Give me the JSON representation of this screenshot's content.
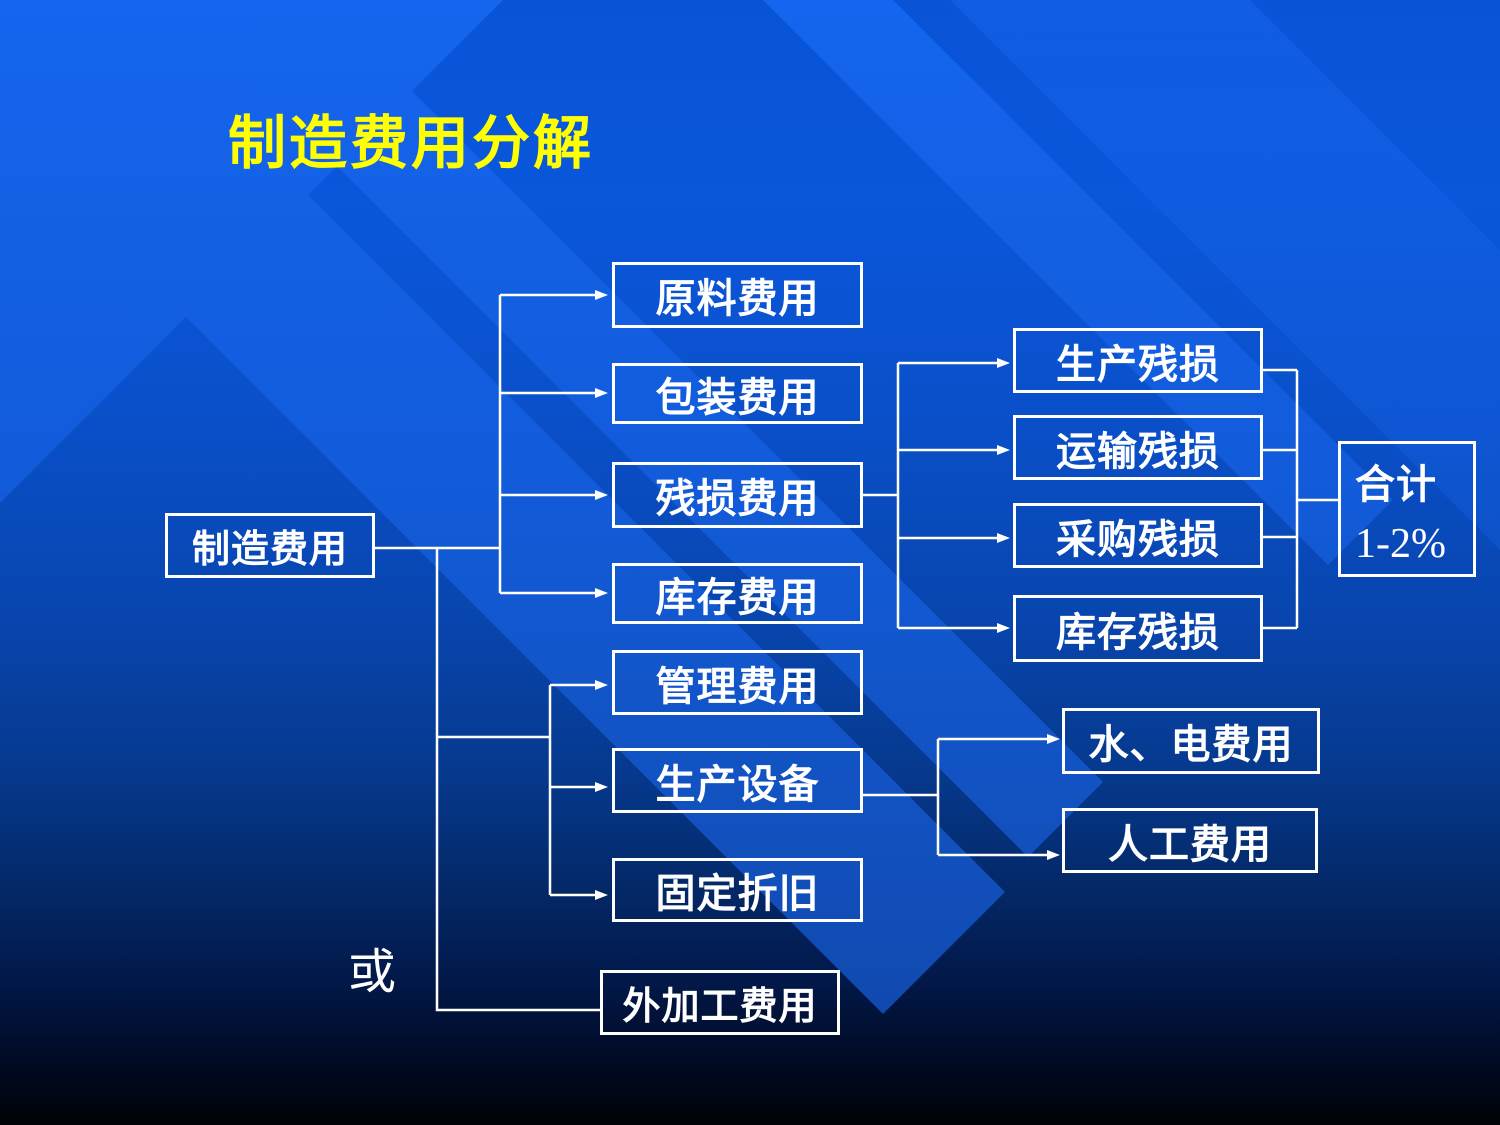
{
  "slide": {
    "title": "制造费用分解",
    "or_label": "或"
  },
  "colors": {
    "title_text": "#ffff00",
    "node_text": "#ffffff",
    "node_border": "#ffffff",
    "connector_line": "#ffffff",
    "background_top": "#0a57dc",
    "background_bottom": "#000205",
    "ribbon_blue": "#1565ee"
  },
  "nodes": {
    "root": {
      "label": "制造费用"
    },
    "raw_material": {
      "label": "原料费用"
    },
    "packaging": {
      "label": "包装费用"
    },
    "damage": {
      "label": "残损费用"
    },
    "inventory": {
      "label": "库存费用"
    },
    "management": {
      "label": "管理费用"
    },
    "equipment": {
      "label": "生产设备"
    },
    "depreciation": {
      "label": "固定折旧"
    },
    "outsourcing": {
      "label": "外加工费用"
    },
    "production_damage": {
      "label": "生产残损"
    },
    "transport_damage": {
      "label": "运输残损"
    },
    "purchase_damage": {
      "label": "采购残损"
    },
    "inventory_damage": {
      "label": "库存残损"
    },
    "water_electricity": {
      "label": "水、电费用"
    },
    "labor": {
      "label": "人工费用"
    },
    "total": {
      "label": "合计",
      "value": "1-2%"
    }
  }
}
